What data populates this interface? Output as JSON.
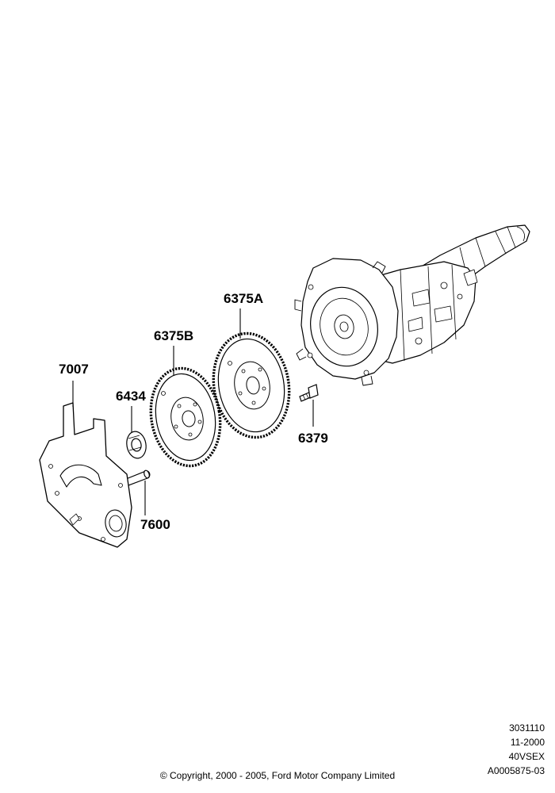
{
  "callouts": {
    "backing_plate": "7007",
    "spacer": "6434",
    "dowel": "7600",
    "flywheel_b": "6375B",
    "flywheel_a": "6375A",
    "bolt": "6379"
  },
  "reference": {
    "line1": "3031110",
    "line2": "11-2000",
    "line3": "40VSEX",
    "line4": "A0005875-03"
  },
  "copyright": "© Copyright, 2000 - 2005, Ford Motor Company Limited"
}
